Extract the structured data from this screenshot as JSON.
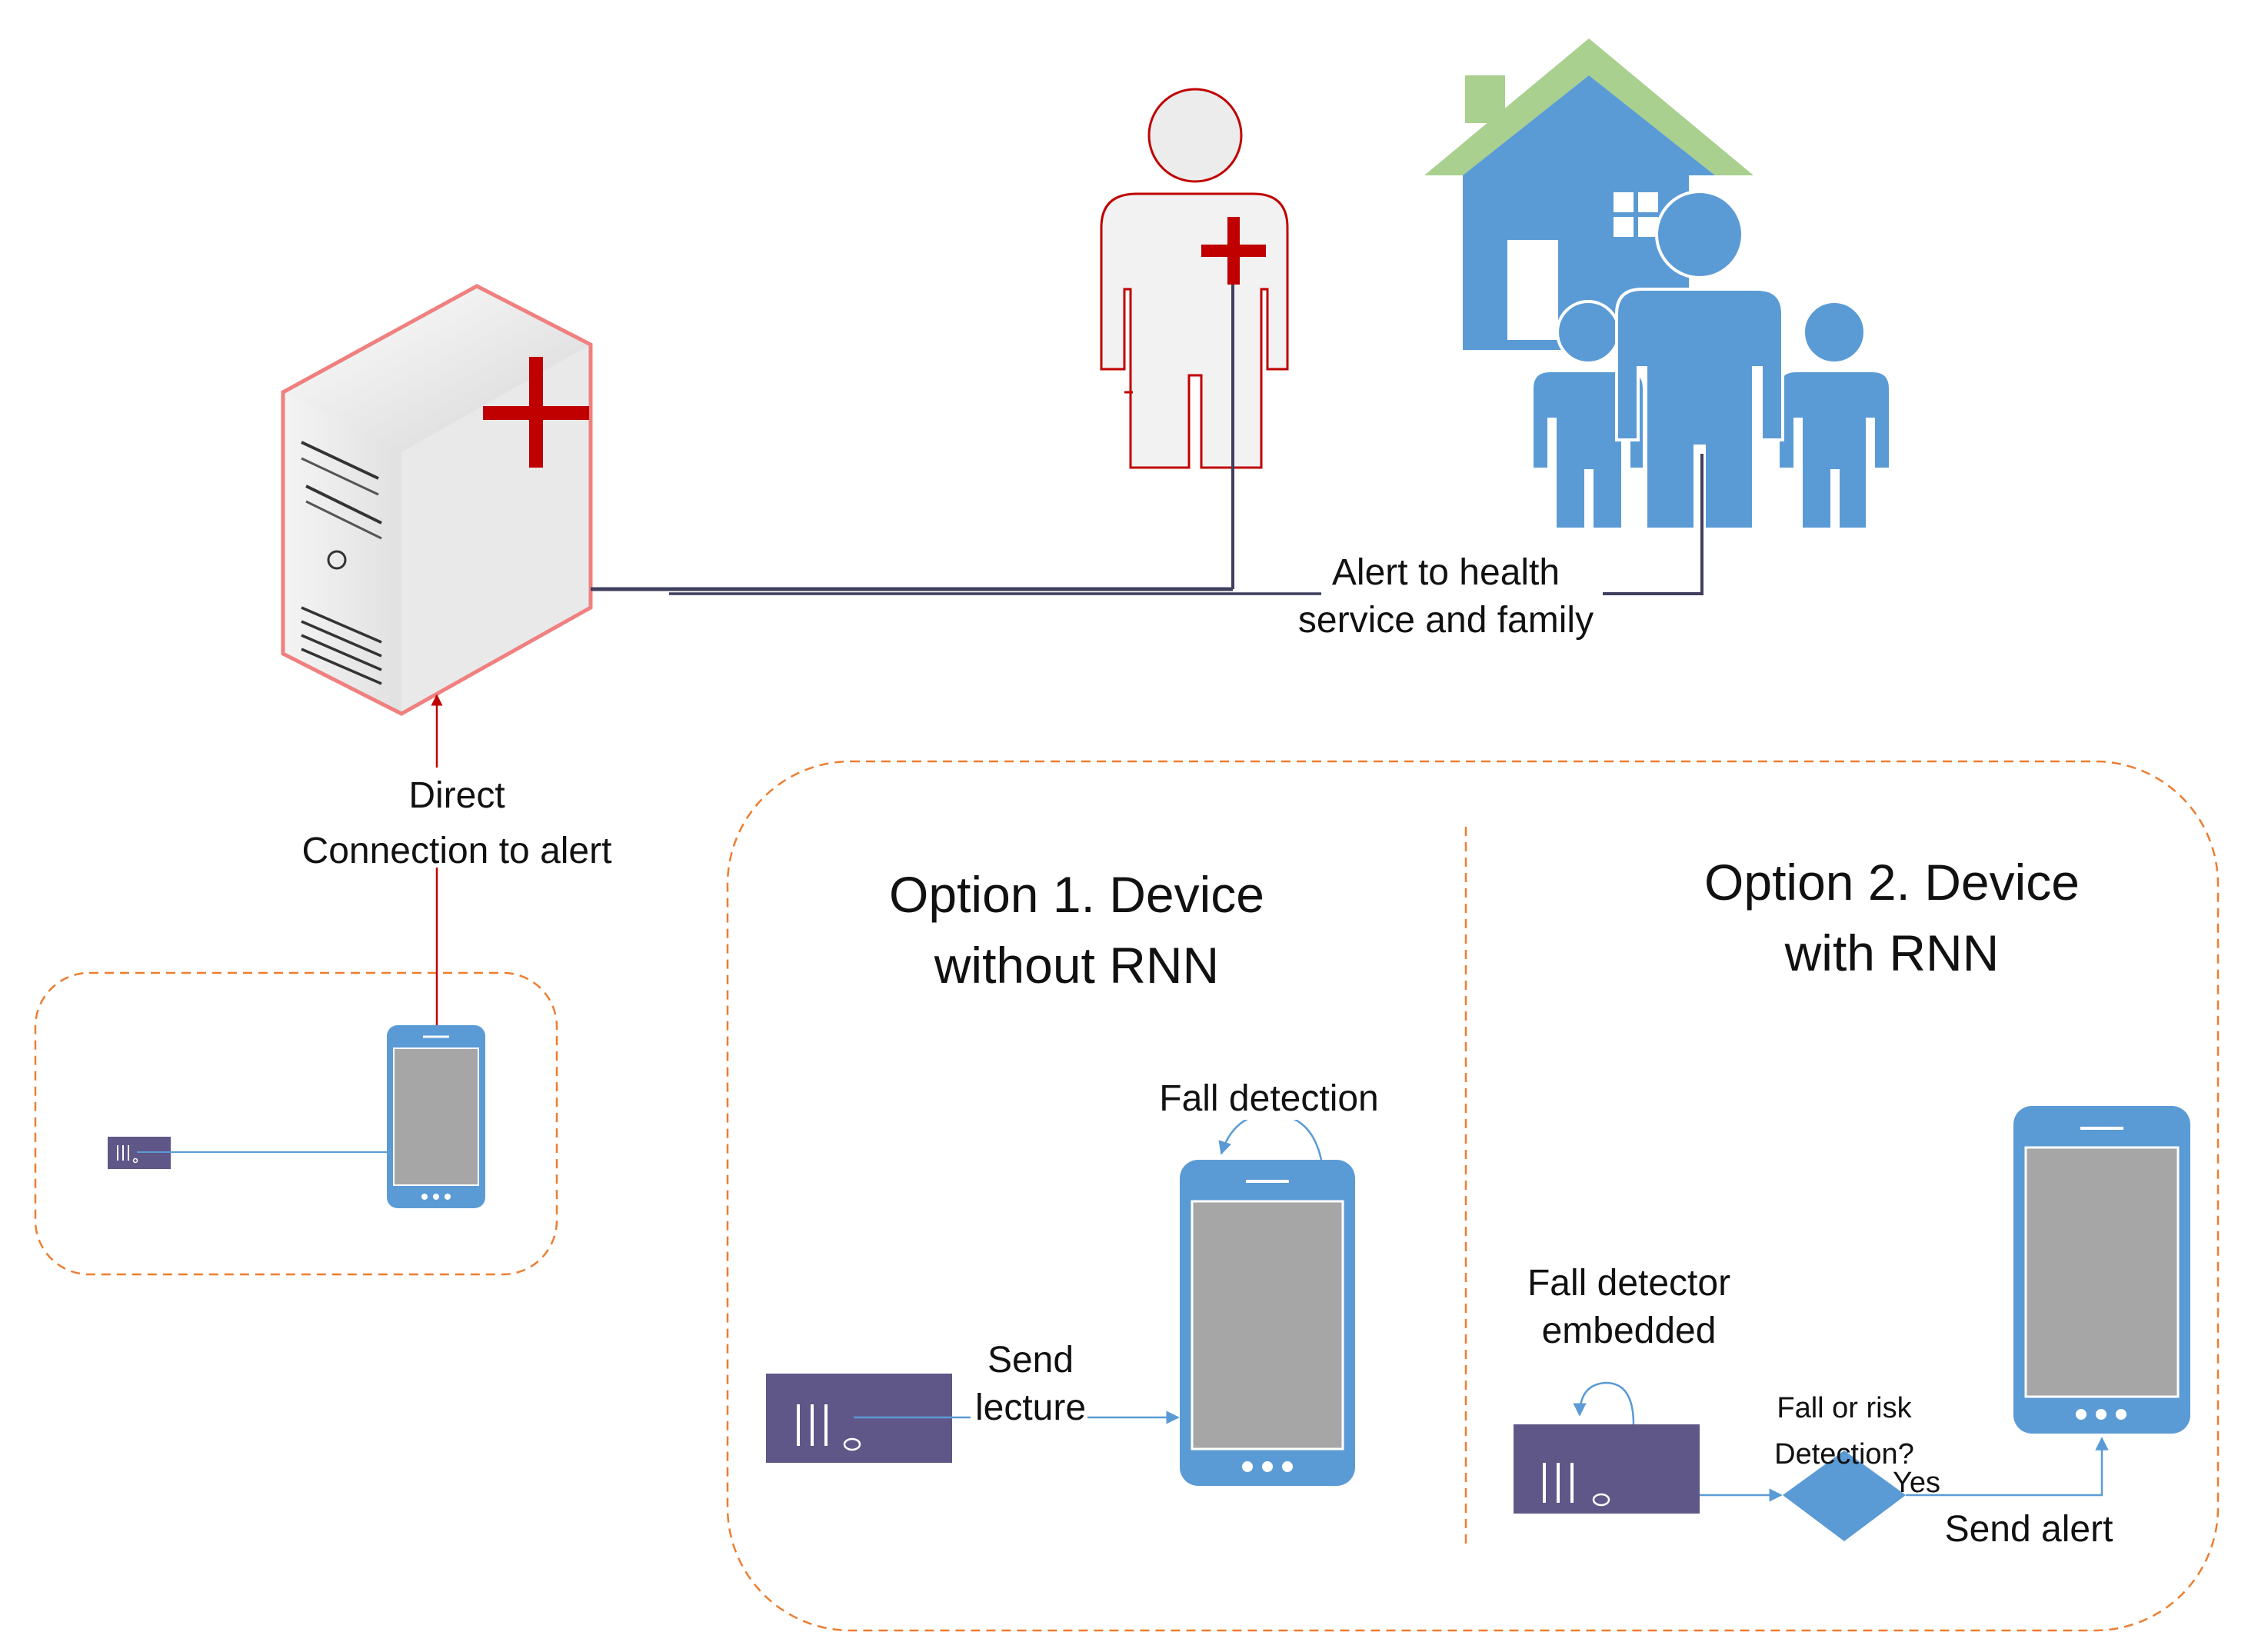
{
  "labels": {
    "alert_line1": "Alert to health",
    "alert_line2": "service and family",
    "direct_line1": "Direct",
    "direct_line2": "Connection to alert",
    "option1_line1": "Option 1. Device",
    "option1_line2": "without RNN",
    "option2_line1": "Option 2. Device",
    "option2_line2": "with RNN",
    "fall_detection": "Fall detection",
    "send_line1": "Send",
    "send_line2": "lecture",
    "fall_detector_line1": "Fall detector",
    "fall_detector_line2": "embedded",
    "fall_risk_line1": "Fall or risk",
    "fall_risk_line2": "Detection?",
    "yes": "Yes",
    "send_alert": "Send alert"
  },
  "colors": {
    "phone_blue": "#5b9bd5",
    "screen_gray": "#a6a6a6",
    "sensor_purple": "#5f5788",
    "dash_orange": "#ed7d31",
    "cross_red": "#c00000",
    "roof_green": "#a9d08e",
    "line_dark": "#3f3f5e"
  },
  "icons": [
    "server-icon",
    "medical-staff-icon",
    "house-icon",
    "family-icon",
    "smartphone-icon",
    "sensor-icon",
    "decision-diamond-icon"
  ]
}
